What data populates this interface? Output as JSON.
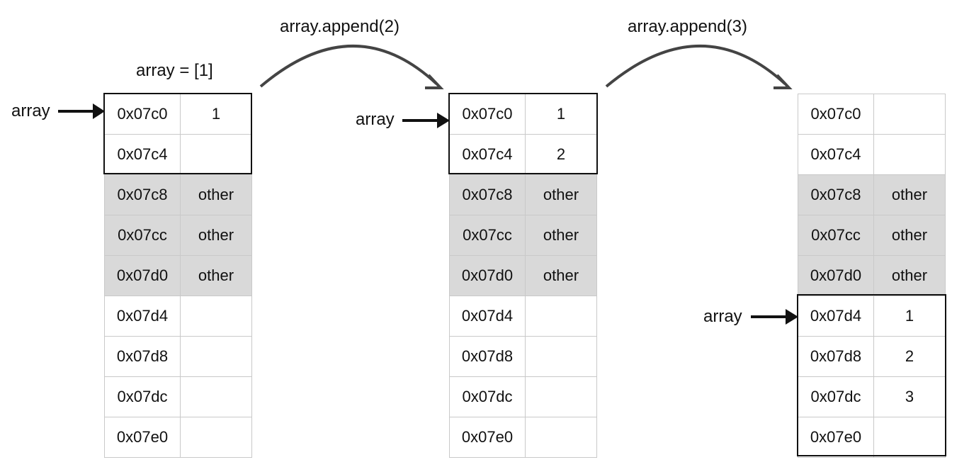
{
  "initial_label": "array = [1]",
  "steps": [
    {
      "label": "array.append(2)"
    },
    {
      "label": "array.append(3)"
    }
  ],
  "pointer_label": "array",
  "tables": [
    {
      "rows": [
        {
          "addr": "0x07c0",
          "value": "1",
          "shaded": false
        },
        {
          "addr": "0x07c4",
          "value": "",
          "shaded": false
        },
        {
          "addr": "0x07c8",
          "value": "other",
          "shaded": true
        },
        {
          "addr": "0x07cc",
          "value": "other",
          "shaded": true
        },
        {
          "addr": "0x07d0",
          "value": "other",
          "shaded": true
        },
        {
          "addr": "0x07d4",
          "value": "",
          "shaded": false
        },
        {
          "addr": "0x07d8",
          "value": "",
          "shaded": false
        },
        {
          "addr": "0x07dc",
          "value": "",
          "shaded": false
        },
        {
          "addr": "0x07e0",
          "value": "",
          "shaded": false
        }
      ]
    },
    {
      "rows": [
        {
          "addr": "0x07c0",
          "value": "1",
          "shaded": false
        },
        {
          "addr": "0x07c4",
          "value": "2",
          "shaded": false
        },
        {
          "addr": "0x07c8",
          "value": "other",
          "shaded": true
        },
        {
          "addr": "0x07cc",
          "value": "other",
          "shaded": true
        },
        {
          "addr": "0x07d0",
          "value": "other",
          "shaded": true
        },
        {
          "addr": "0x07d4",
          "value": "",
          "shaded": false
        },
        {
          "addr": "0x07d8",
          "value": "",
          "shaded": false
        },
        {
          "addr": "0x07dc",
          "value": "",
          "shaded": false
        },
        {
          "addr": "0x07e0",
          "value": "",
          "shaded": false
        }
      ]
    },
    {
      "rows": [
        {
          "addr": "0x07c0",
          "value": "",
          "shaded": false
        },
        {
          "addr": "0x07c4",
          "value": "",
          "shaded": false
        },
        {
          "addr": "0x07c8",
          "value": "other",
          "shaded": true
        },
        {
          "addr": "0x07cc",
          "value": "other",
          "shaded": true
        },
        {
          "addr": "0x07d0",
          "value": "other",
          "shaded": true
        },
        {
          "addr": "0x07d4",
          "value": "1",
          "shaded": false
        },
        {
          "addr": "0x07d8",
          "value": "2",
          "shaded": false
        },
        {
          "addr": "0x07dc",
          "value": "3",
          "shaded": false
        },
        {
          "addr": "0x07e0",
          "value": "",
          "shaded": false
        }
      ]
    }
  ],
  "colors": {
    "shaded": "#d9d9d9",
    "grid": "#c9c9c9",
    "outline": "#111111",
    "step_arrow": "#444444"
  }
}
